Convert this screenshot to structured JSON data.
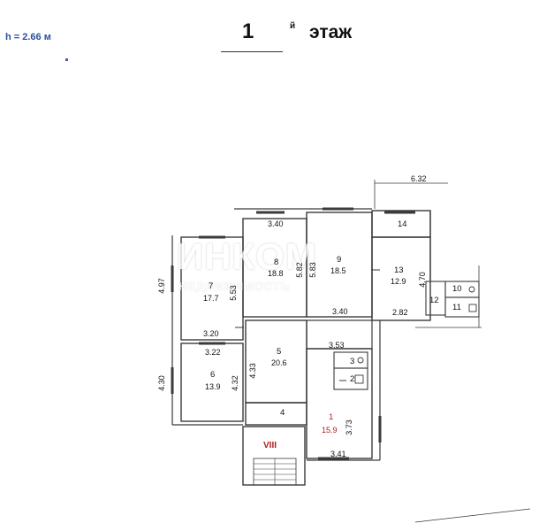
{
  "header": {
    "ceiling_height": "h = 2.66 м",
    "floor_number": "1",
    "floor_suffix": "й",
    "floor_word": "этаж"
  },
  "watermark": {
    "line1": "ИНКОМ",
    "line2": "НЕДВИЖИМОСТЬ"
  },
  "rooms": [
    {
      "id": "1",
      "area": "15.9",
      "highlight": true
    },
    {
      "id": "2",
      "area": ""
    },
    {
      "id": "3",
      "area": ""
    },
    {
      "id": "4",
      "area": ""
    },
    {
      "id": "5",
      "area": "20.6"
    },
    {
      "id": "6",
      "area": "13.9"
    },
    {
      "id": "7",
      "area": "17.7"
    },
    {
      "id": "8",
      "area": "18.8"
    },
    {
      "id": "9",
      "area": "18.5"
    },
    {
      "id": "10",
      "area": ""
    },
    {
      "id": "11",
      "area": ""
    },
    {
      "id": "12",
      "area": ""
    },
    {
      "id": "13",
      "area": "12.9"
    },
    {
      "id": "14",
      "area": ""
    }
  ],
  "staircase_label": "VIII",
  "dimensions": {
    "top_width": "6.32",
    "r8_width": "3.40",
    "r9_bottom": "3.40",
    "r8_depth": "5.82",
    "r9_depth": "5.83",
    "r7_depth": "5.53",
    "r7_width": "3.20",
    "r6_width": "3.22",
    "r6_depth": "4.32",
    "r5_depth": "4.33",
    "r1_top": "3.53",
    "r1_depth": "3.73",
    "r1_bottom": "3.41",
    "r13_depth": "4.70",
    "r13_width": "2.82",
    "left_outer_1": "4.97",
    "left_outer_2": "4.30"
  },
  "colors": {
    "wall": "#3a3a3a",
    "accent": "#b01c1c",
    "heading_blue": "#2b4fa0"
  }
}
